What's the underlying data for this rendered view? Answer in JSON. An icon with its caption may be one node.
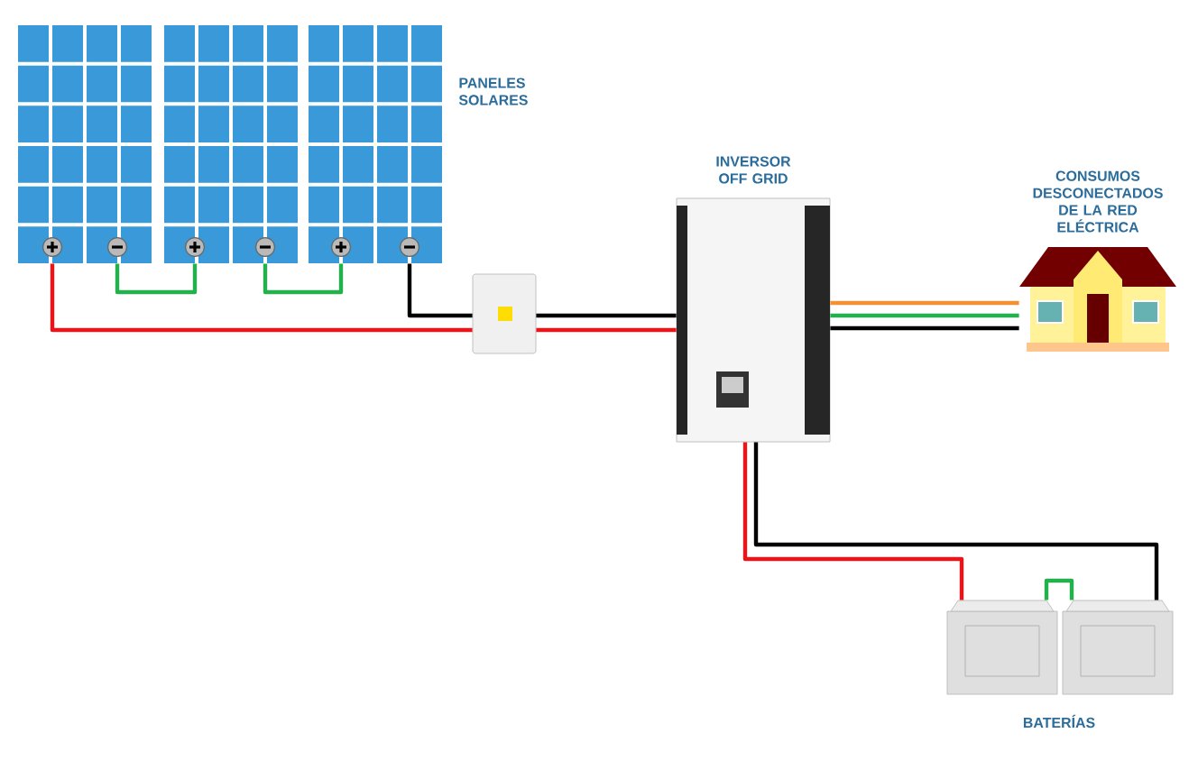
{
  "diagram": {
    "nodes": [
      {
        "text": [],
        "shape": "picture"
      },
      {
        "text": [],
        "shape": "picture"
      },
      {
        "text": [],
        "shape": "picture",
        "beside": [
          "PANELES SOLARES"
        ]
      },
      {
        "text": [],
        "shape": "box"
      },
      {
        "text": [
          "INVERSOR OFF GRID"
        ]
      },
      {
        "text": [
          "CONSUMOS DESCONECTADOS DE LA RED ELÉCTRICA"
        ]
      },
      {
        "text": [],
        "shape": "picture"
      },
      {
        "text": [],
        "shape": "picture"
      }
    ],
    "edges": [
      {
        "from": 0,
        "to": 1,
        "arrow": "none",
        "color": "#22b14c"
      },
      {
        "from": 1,
        "to": 2,
        "arrow": "none",
        "color": "#22b14c"
      },
      {
        "from": 0,
        "to": 3,
        "arrow": "none",
        "color": "#e8161b"
      },
      {
        "from": 2,
        "to": 3,
        "arrow": "none",
        "color": "#000000"
      },
      {
        "from": 3,
        "to": 4,
        "arrow": "none",
        "color": "#000000"
      },
      {
        "from": 3,
        "to": 4,
        "arrow": "none",
        "color": "#e8161b"
      },
      {
        "from": 4,
        "to": 5,
        "arrow": "none",
        "color": "#f39234"
      },
      {
        "from": 4,
        "to": 5,
        "arrow": "none",
        "color": "#22b14c"
      },
      {
        "from": 4,
        "to": 5,
        "arrow": "none",
        "color": "#000000"
      },
      {
        "from": 4,
        "to": 6,
        "arrow": "none",
        "color": "#e8161b"
      },
      {
        "from": 4,
        "to": 7,
        "arrow": "none",
        "color": "#000000"
      },
      {
        "from": 6,
        "to": 7,
        "arrow": "none",
        "color": "#22b14c"
      }
    ],
    "labels": [
      "BATERÍAS"
    ]
  }
}
